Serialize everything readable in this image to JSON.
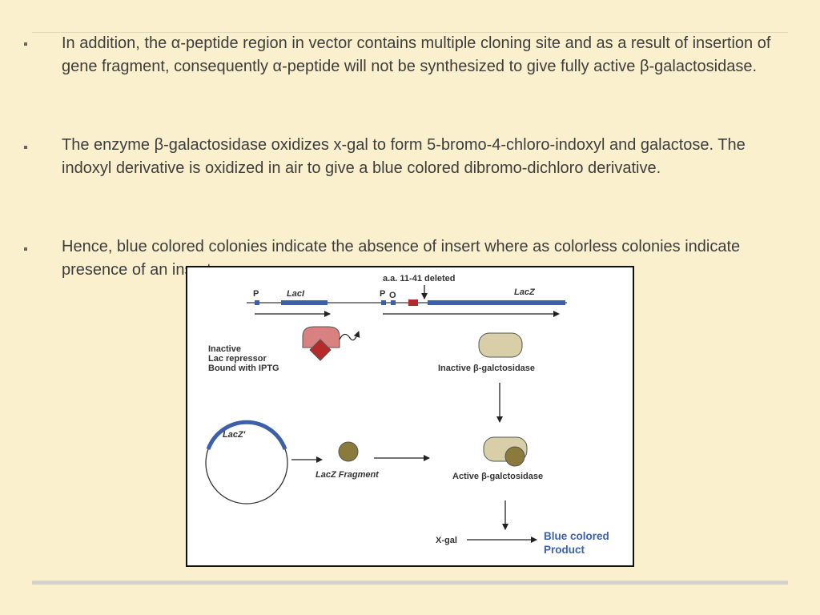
{
  "bullets": [
    {
      "text": "In addition, the α-peptide region in vector contains multiple cloning site and as a result of insertion of gene fragment, consequently α-peptide will not be synthesized to give fully active β-galactosidase."
    },
    {
      "text": "The enzyme β-galactosidase oxidizes x-gal to form 5-bromo-4-chloro-indoxyl and galactose. The indoxyl derivative is oxidized in air to give a blue colored dibromo-dichloro derivative."
    },
    {
      "text": "Hence, blue colored colonies indicate the absence of insert where as colorless colonies indicate presence of an insert."
    }
  ],
  "figure": {
    "labels": {
      "promoter_1": "P",
      "laci": "LacI",
      "promoter_2": "P",
      "operator": "O",
      "deleted": "a.a. 11-41 deleted",
      "lacz": "LacZ",
      "inactive_repressor_1": "Inactive",
      "inactive_repressor_2": "Lac repressor",
      "inactive_repressor_3": "Bound with IPTG",
      "inactive_enzyme": "Inactive β-galctosidase",
      "plasmid_gene": "LacZ'",
      "fragment": "LacZ Fragment",
      "active_enzyme": "Active β-galctosidase",
      "xgal": "X-gal",
      "product_1": "Blue colored",
      "product_2": "Product"
    },
    "colors": {
      "gene_blue": "#3c5fa8",
      "repressor_pink": "#d98080",
      "inducer_red": "#b52b2b",
      "enzyme_tan": "#d8cfa8",
      "fragment_olive": "#8a7a3c",
      "product_blue": "#3c60ad"
    }
  }
}
